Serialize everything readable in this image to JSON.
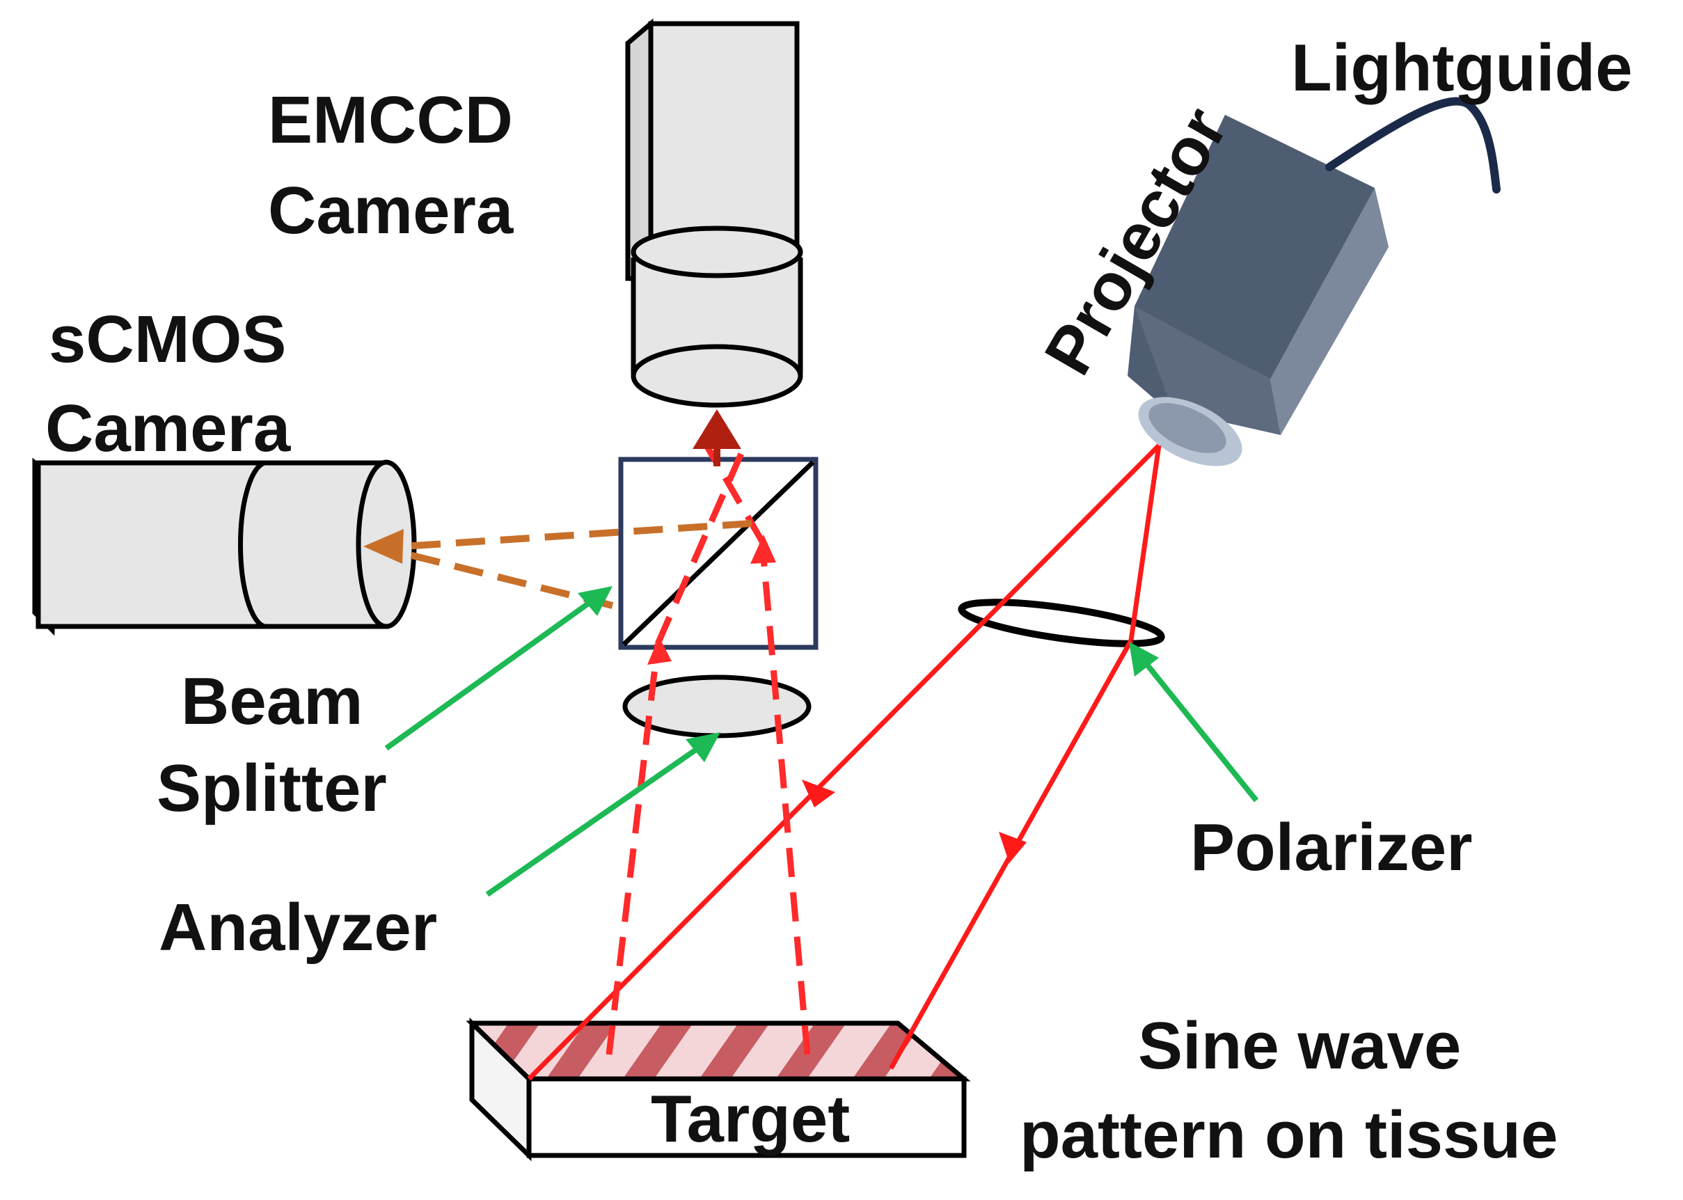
{
  "labels": {
    "emccd_line1": "EMCCD",
    "emccd_line2": "Camera",
    "scmos_line1": "sCMOS",
    "scmos_line2": "Camera",
    "beam_line1": "Beam",
    "beam_line2": "Splitter",
    "analyzer": "Analyzer",
    "projector": "Projector",
    "lightguide": "Lightguide",
    "polarizer": "Polarizer",
    "sine_line1": "Sine wave",
    "sine_line2": "pattern on tissue",
    "target": "Target"
  },
  "colors": {
    "illumination_beam": "#ff1a1a",
    "reflected_beam": "#ff2a2a",
    "emccd_path": "#b02010",
    "scmos_path": "#c8702a",
    "pointer_arrow": "#1db954",
    "projector_body": "#4f5d73",
    "projector_side": "#6a778c",
    "lightguide": "#1c2a4a",
    "beam_splitter_frame": "#2c3a5e",
    "camera_fill": "#e6e6e6",
    "stripe": "#c0404a"
  }
}
